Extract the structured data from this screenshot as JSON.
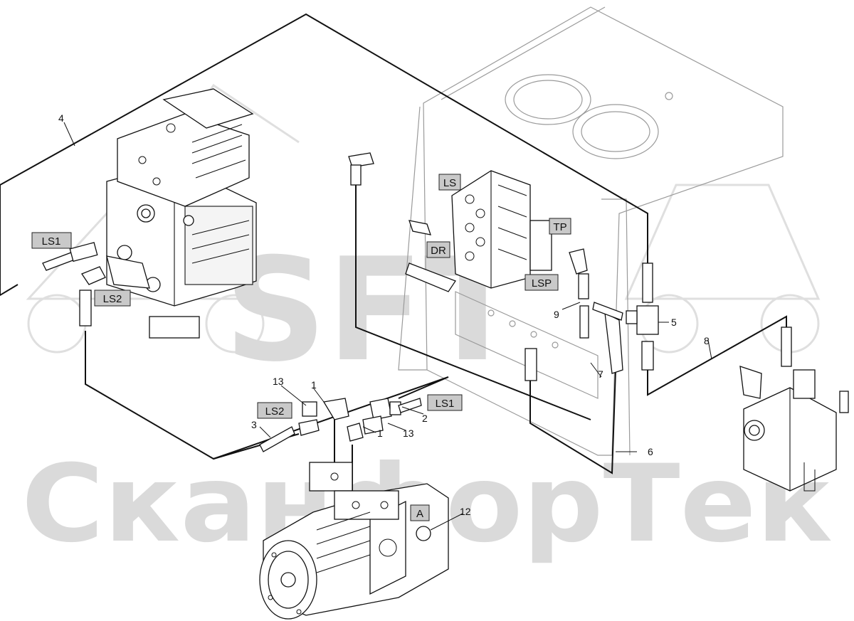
{
  "watermark": {
    "brand_logo": "SFT",
    "company": "СканфорТек"
  },
  "callouts": {
    "n1a": "1",
    "n1b": "1",
    "n2": "2",
    "n3": "3",
    "n4": "4",
    "n5": "5",
    "n6": "6",
    "n7": "7",
    "n8": "8",
    "n9": "9",
    "n12": "12",
    "n13a": "13",
    "n13b": "13"
  },
  "tags": {
    "ls1_left": "LS1",
    "ls2_left": "LS2",
    "ls": "LS",
    "dr": "DR",
    "tp": "TP",
    "lsp": "LSP",
    "ls2_mid": "LS2",
    "ls1_mid": "LS1",
    "a": "A"
  }
}
